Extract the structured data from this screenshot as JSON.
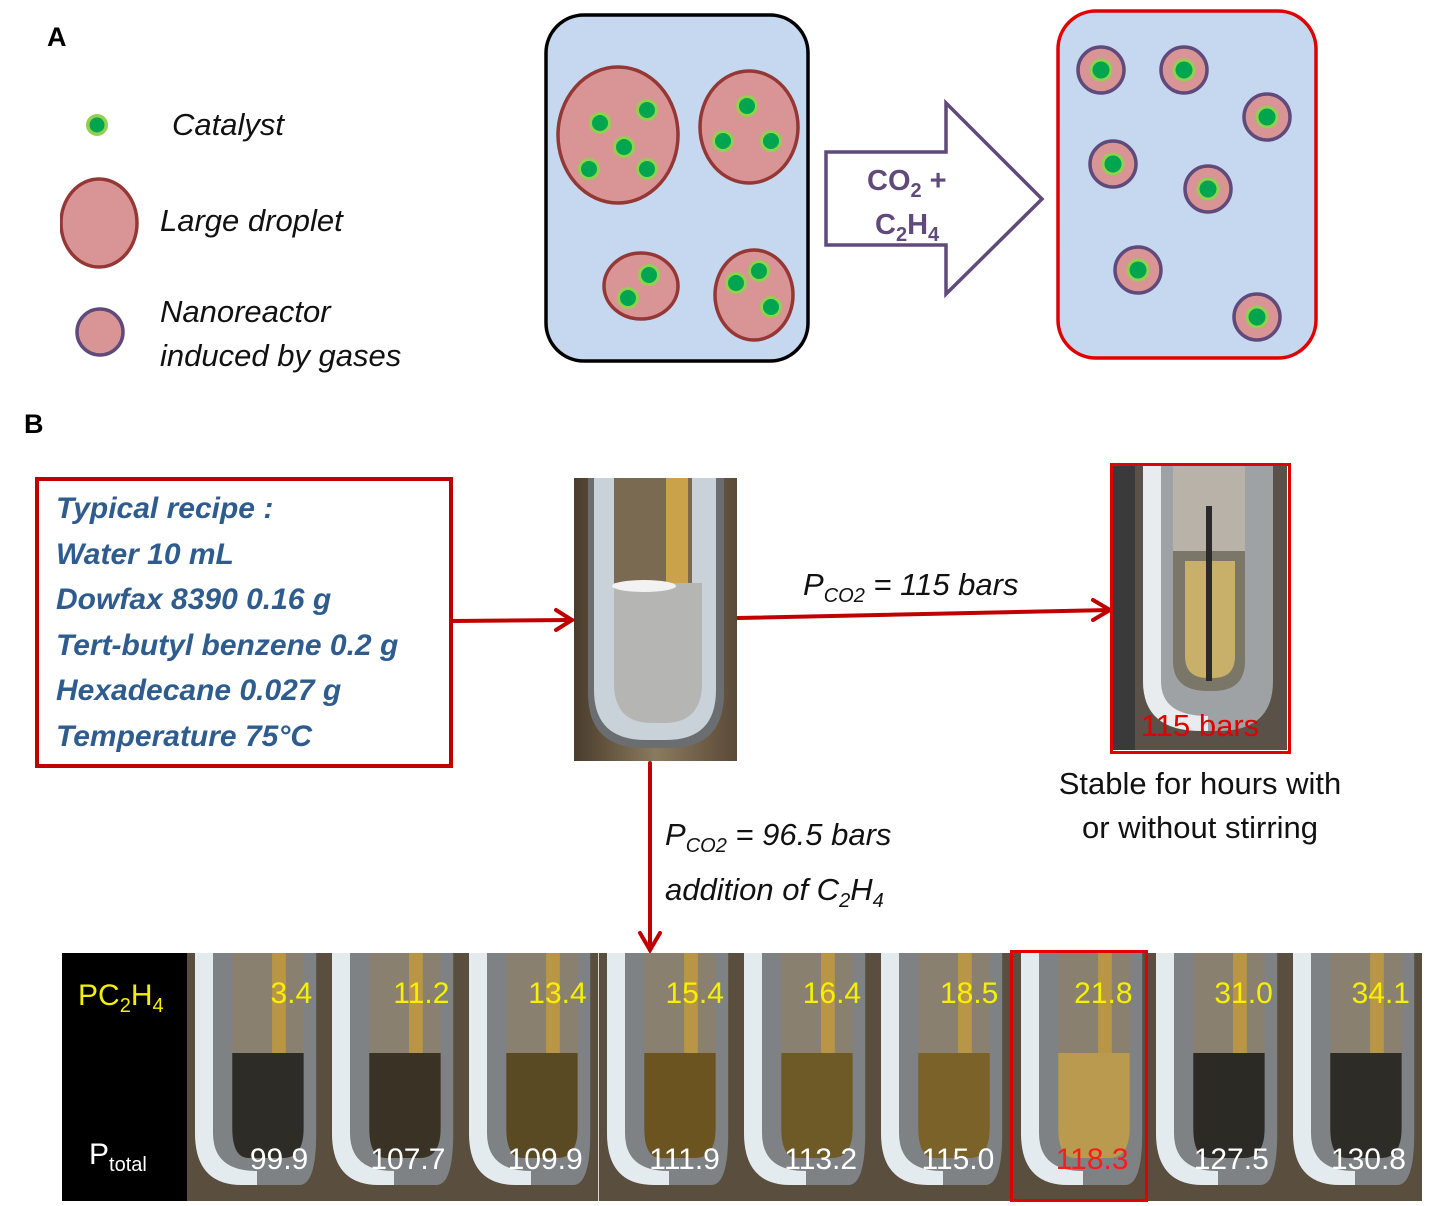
{
  "panel_a": {
    "label": "A",
    "legend": [
      {
        "icon": "catalyst-icon",
        "text": "Catalyst"
      },
      {
        "icon": "large-droplet-icon",
        "text": "Large droplet"
      },
      {
        "icon": "nanoreactor-icon",
        "text_line1": "Nanoreactor",
        "text_line2": "induced by gases"
      }
    ],
    "arrow": {
      "line1_main": "CO",
      "line1_sub": "2",
      "line1_tail": " +",
      "line2_c": "C",
      "line2_sub1": "2",
      "line2_h": "H",
      "line2_sub2": "4"
    },
    "colors": {
      "continuous_phase": "#c5d8ef",
      "droplet_fill": "#d99595",
      "droplet_stroke": "#953735",
      "nanoreactor_stroke": "#604a7b",
      "catalyst_core": "#00a550",
      "catalyst_ring": "#92d050",
      "before_border": "#000000",
      "after_border": "#e00000",
      "arrow_stroke": "#604a7b"
    }
  },
  "panel_b": {
    "label": "B",
    "recipe": [
      "Typical recipe :",
      "Water 10 mL",
      "Dowfax 8390 0.16 g",
      "Tert-butyl benzene 0.2 g",
      "Hexadecane 0.027 g",
      "Temperature  75°C"
    ],
    "co2_only": {
      "p_label": "P",
      "p_sub": "CO2",
      "p_value": " = 115 bars",
      "photo_label": "115 bars"
    },
    "stable_note": {
      "line1": "Stable for hours with",
      "line2": "or without stirring"
    },
    "c2h4_addition": {
      "p_label": "P",
      "p_sub": "CO2",
      "p_value": " = 96.5 bars",
      "line2_prefix": "addition of C",
      "line2_sub1": "2",
      "line2_h": "H",
      "line2_sub2": "4"
    },
    "strip": {
      "row1_label": {
        "main": "PC",
        "sub1": "2",
        "h": "H",
        "sub2": "4"
      },
      "row2_label": {
        "main": "P",
        "sub": "total"
      },
      "highlight_index": 6,
      "colors": {
        "pc2h4_text": "#f6f000",
        "ptotal_text": "#ffffff",
        "highlight": "#ff1a1a"
      }
    },
    "colors": {
      "accent_red": "#c00000",
      "recipe_text": "#2f5c8f"
    }
  },
  "chart_data": {
    "type": "table",
    "title": "Ethylene partial pressure vs total pressure (bars)",
    "columns": [
      "PC2H4",
      "Ptotal"
    ],
    "rows": [
      {
        "pc2h4": "3.4",
        "ptotal": "99.9"
      },
      {
        "pc2h4": "11.2",
        "ptotal": "107.7"
      },
      {
        "pc2h4": "13.4",
        "ptotal": "109.9"
      },
      {
        "pc2h4": "15.4",
        "ptotal": "111.9"
      },
      {
        "pc2h4": "16.4",
        "ptotal": "113.2"
      },
      {
        "pc2h4": "18.5",
        "ptotal": "115.0"
      },
      {
        "pc2h4": "21.8",
        "ptotal": "118.3"
      },
      {
        "pc2h4": "31.0",
        "ptotal": "127.5"
      },
      {
        "pc2h4": "34.1",
        "ptotal": "130.8"
      }
    ]
  }
}
